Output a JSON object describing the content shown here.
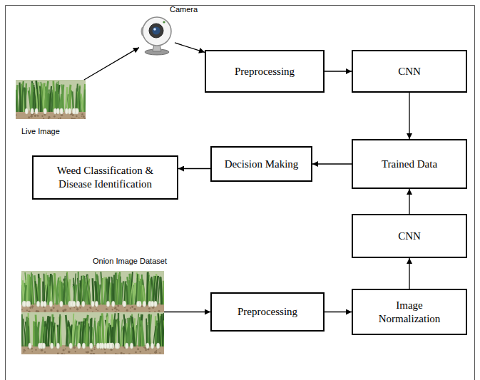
{
  "diagram": {
    "nodes": [
      {
        "text": [
          "Camera"
        ]
      },
      {
        "text": [
          "Live Image"
        ]
      },
      {
        "text": [
          "Preprocessing"
        ]
      },
      {
        "text": [
          "CNN"
        ]
      },
      {
        "text": [
          "Trained Data"
        ]
      },
      {
        "text": [
          "Decision Making"
        ]
      },
      {
        "text": [
          "Weed Classification & Disease Identification"
        ]
      },
      {
        "text": [
          "CNN"
        ]
      },
      {
        "text": [
          "Onion Image Dataset"
        ]
      },
      {
        "text": [
          "Preprocessing"
        ]
      },
      {
        "text": [
          "Image Normalization"
        ]
      }
    ],
    "edges": [
      {
        "from": 1,
        "to": 0,
        "arrow": "to"
      },
      {
        "from": 0,
        "to": 2,
        "arrow": "to"
      },
      {
        "from": 2,
        "to": 3,
        "arrow": "to"
      },
      {
        "from": 3,
        "to": 4,
        "arrow": "to"
      },
      {
        "from": 4,
        "to": 5,
        "arrow": "to"
      },
      {
        "from": 5,
        "to": 6,
        "arrow": "to"
      },
      {
        "from": 8,
        "to": 9,
        "arrow": "to"
      },
      {
        "from": 9,
        "to": 10,
        "arrow": "to"
      },
      {
        "from": 10,
        "to": 7,
        "arrow": "to"
      },
      {
        "from": 7,
        "to": 4,
        "arrow": "to"
      }
    ]
  }
}
